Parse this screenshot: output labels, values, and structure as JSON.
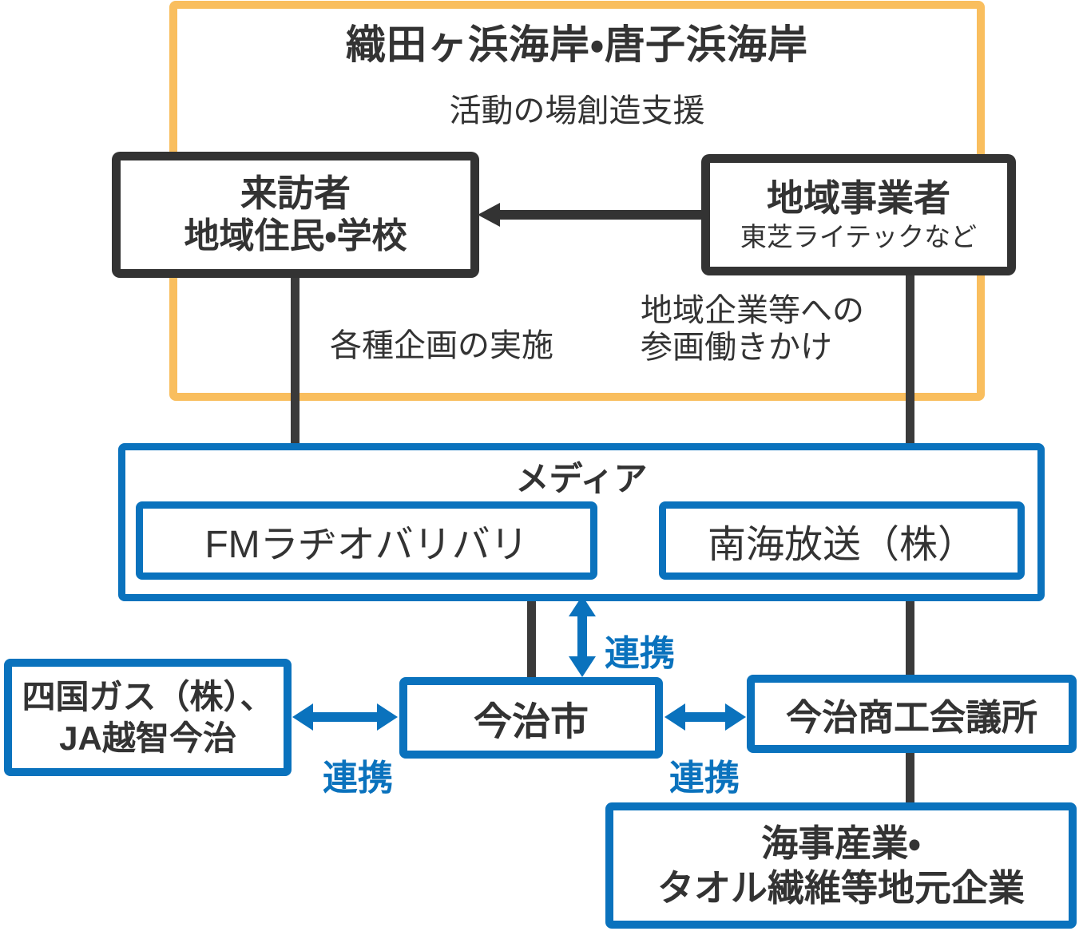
{
  "colors": {
    "accent_blue": "#0a72bd",
    "accent_orange": "#f9be5e",
    "text_dark": "#333333"
  },
  "beach_area": {
    "title": "織田ヶ浜海岸・唐子浜海岸",
    "support_label": "活動の場創造支援",
    "planning_label": "各種企画の実施",
    "participation_line1": "地域企業等への",
    "participation_line2": "参画働きかけ",
    "visitors": {
      "line1": "来訪者",
      "line2": "地域住民・学校"
    },
    "businesses": {
      "line1": "地域事業者",
      "line2": "東芝ライテックなど"
    }
  },
  "media": {
    "title": "メディア",
    "fm_radio_label": "FMラヂオバリバリ",
    "broadcaster_label": "南海放送（株）"
  },
  "partners": {
    "city_label": "今治市",
    "gas_ja": {
      "line1": "四国ガス（株）、",
      "line2": "JA越智今治"
    },
    "chamber_label": "今治商工会議所",
    "local_companies": {
      "line1": "海事産業・",
      "line2": "タオル繊維等地元企業"
    }
  },
  "links": {
    "media_city_label": "連携",
    "gas_city_label": "連携",
    "city_chamber_label": "連携"
  }
}
